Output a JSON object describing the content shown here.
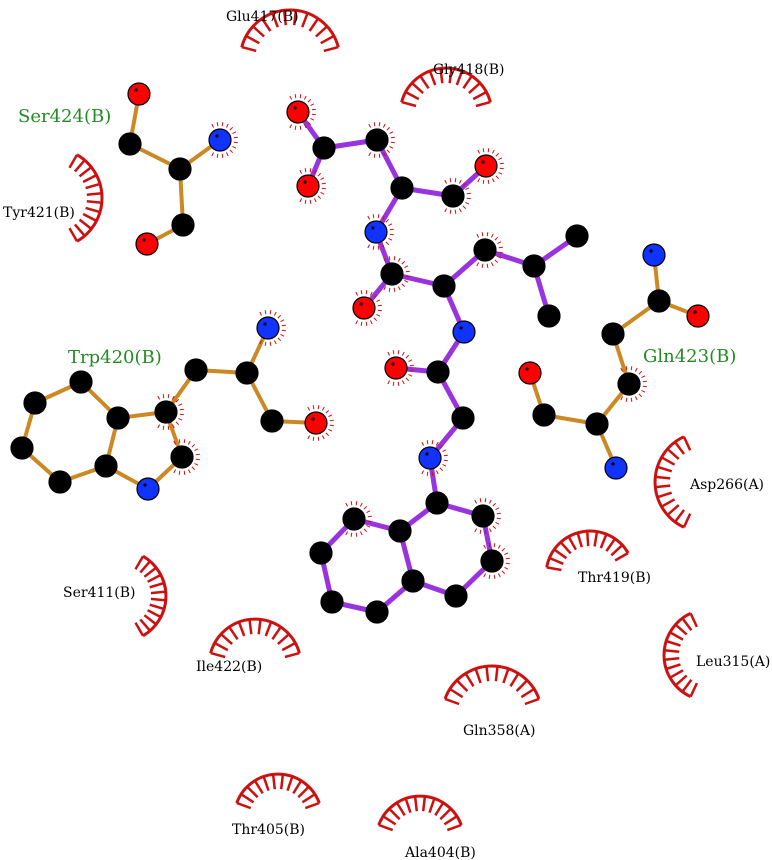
{
  "colors": {
    "ligand_bond": "#9933dd",
    "residue_bond": "#cc8822",
    "carbon": "#000000",
    "oxygen": "#ff0000",
    "nitrogen": "#1133ff",
    "hydrophobic": "#cc1111",
    "hbond_residue_label": "#228b22",
    "hydrophobic_label": "#000000"
  },
  "labels": {
    "hbond_residues": [
      "Ser424(B)",
      "Trp420(B)",
      "Gln423(B)"
    ],
    "hydrophobic_contacts": [
      "Glu417(B)",
      "Gly418(B)",
      "Tyr421(B)",
      "Asp266(A)",
      "Thr419(B)",
      "Ser411(B)",
      "Ile422(B)",
      "Leu315(A)",
      "Gln358(A)",
      "Thr405(B)",
      "Ala404(B)"
    ]
  }
}
